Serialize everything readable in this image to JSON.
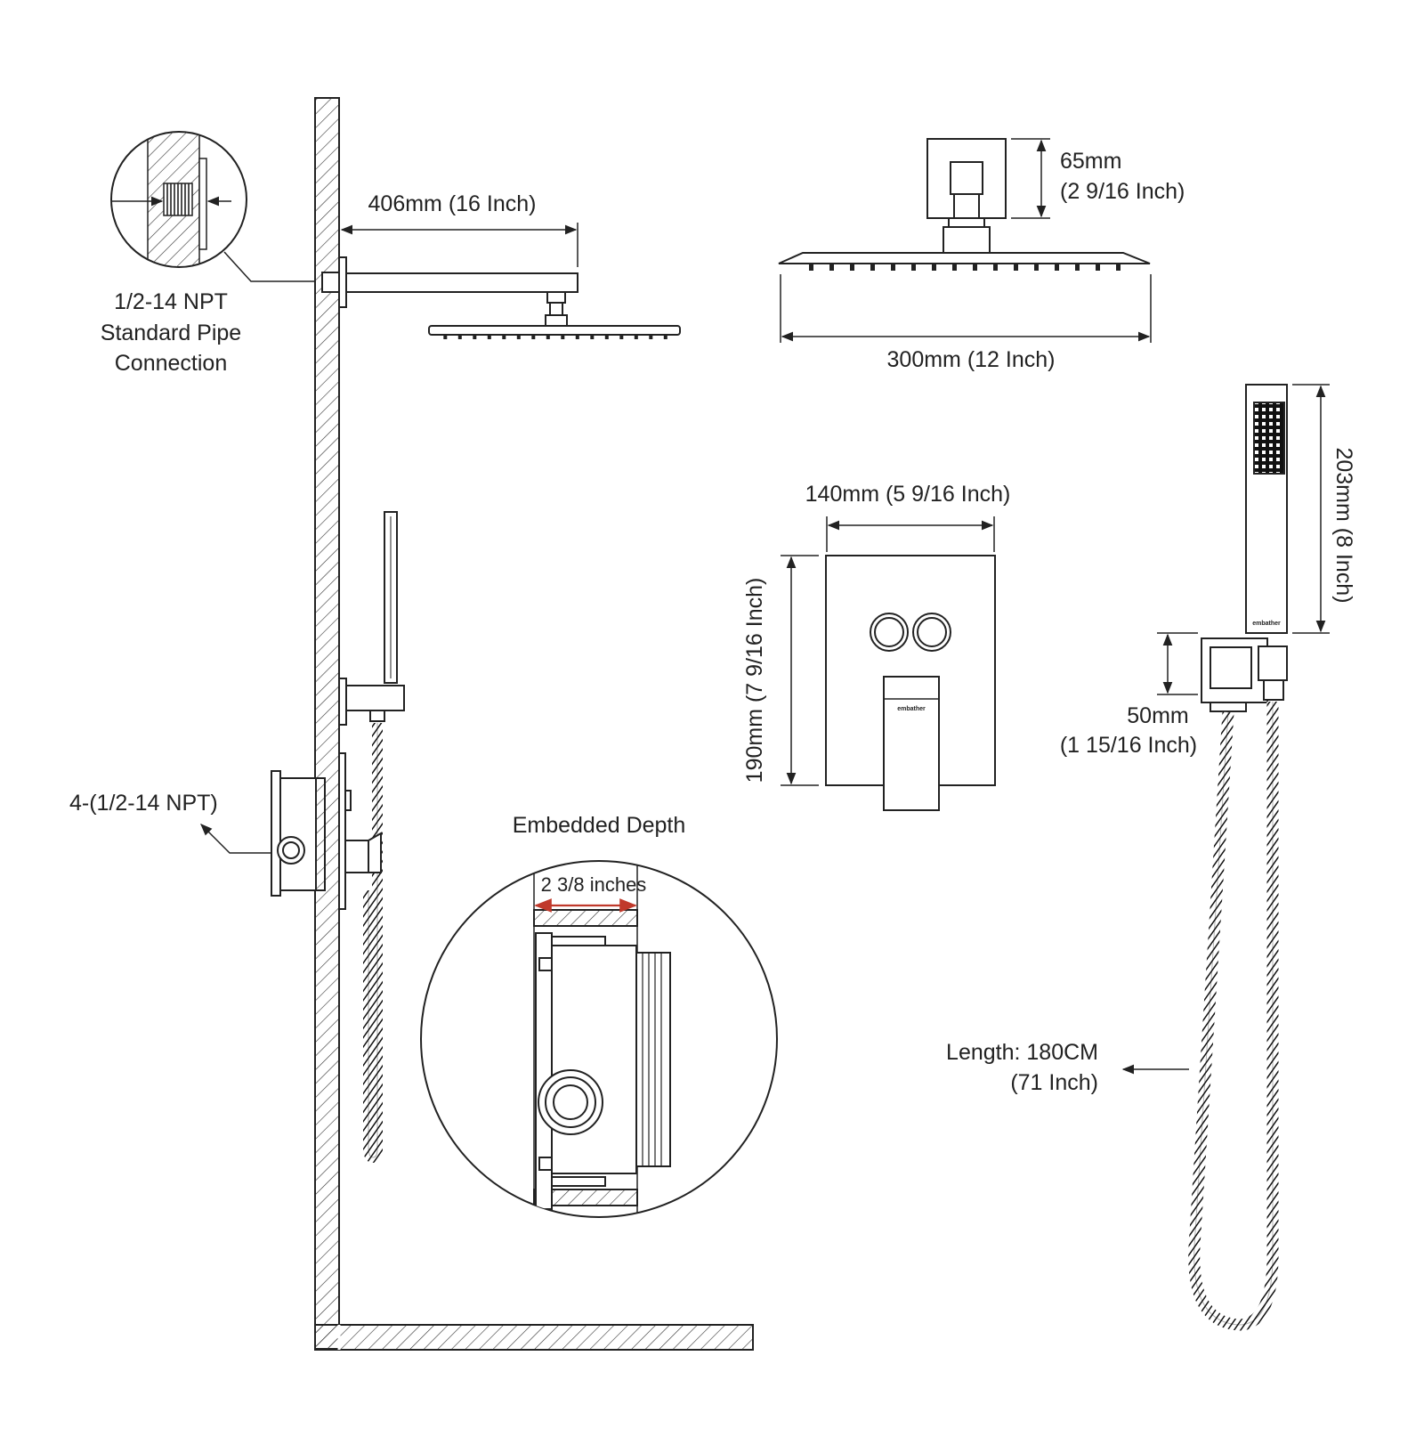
{
  "labels": {
    "arm_length": "406mm (16 Inch)",
    "npt_connection_line1": "1/2-14 NPT",
    "npt_connection_line2": "Standard Pipe",
    "npt_connection_line3": "Connection",
    "valve_ports": "4-(1/2-14 NPT)",
    "embedded_depth_title": "Embedded Depth",
    "embedded_depth_value": "2 3/8 inches",
    "head_height_line1": "65mm",
    "head_height_line2": "(2 9/16 Inch)",
    "head_width": "300mm (12 Inch)",
    "trim_width": "140mm (5 9/16 Inch)",
    "trim_height": "190mm (7 9/16 Inch)",
    "handheld_length": "203mm (8 Inch)",
    "bracket_line1": "50mm",
    "bracket_line2": "(1 15/16 Inch)",
    "hose_line1": "Length: 180CM",
    "hose_line2": "(71 Inch)",
    "brand_on_trim": "embather",
    "brand_on_handheld": "embather"
  },
  "colors": {
    "line": "#222222",
    "dimension_accent": "#c0392b"
  },
  "icons": {
    "wall": "hatched-wall-section",
    "rain_head": "square-rain-shower-head",
    "handheld": "handheld-shower",
    "valve": "concealed-valve-body",
    "trim": "valve-trim-plate",
    "hose": "braided-hose"
  }
}
